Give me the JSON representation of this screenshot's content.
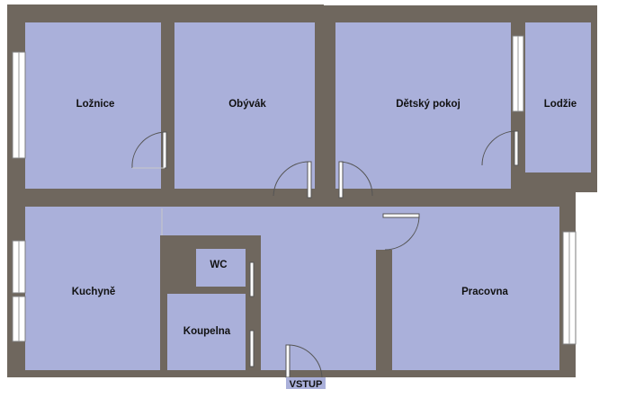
{
  "plan": {
    "rooms": [
      {
        "id": "loznice",
        "label": "Ložnice"
      },
      {
        "id": "obyvak",
        "label": "Obývák"
      },
      {
        "id": "detsky-pokoj",
        "label": "Dětský pokoj"
      },
      {
        "id": "lodzie",
        "label": "Lodžie"
      },
      {
        "id": "kuchyne",
        "label": "Kuchyně"
      },
      {
        "id": "wc",
        "label": "WC"
      },
      {
        "id": "koupelna",
        "label": "Koupelna"
      },
      {
        "id": "pracovna",
        "label": "Pracovna"
      }
    ],
    "entrance": {
      "label": "VSTUP"
    },
    "colors": {
      "wall": "#6f675e",
      "floor": "#aab0da",
      "window": "#ffffff"
    }
  }
}
